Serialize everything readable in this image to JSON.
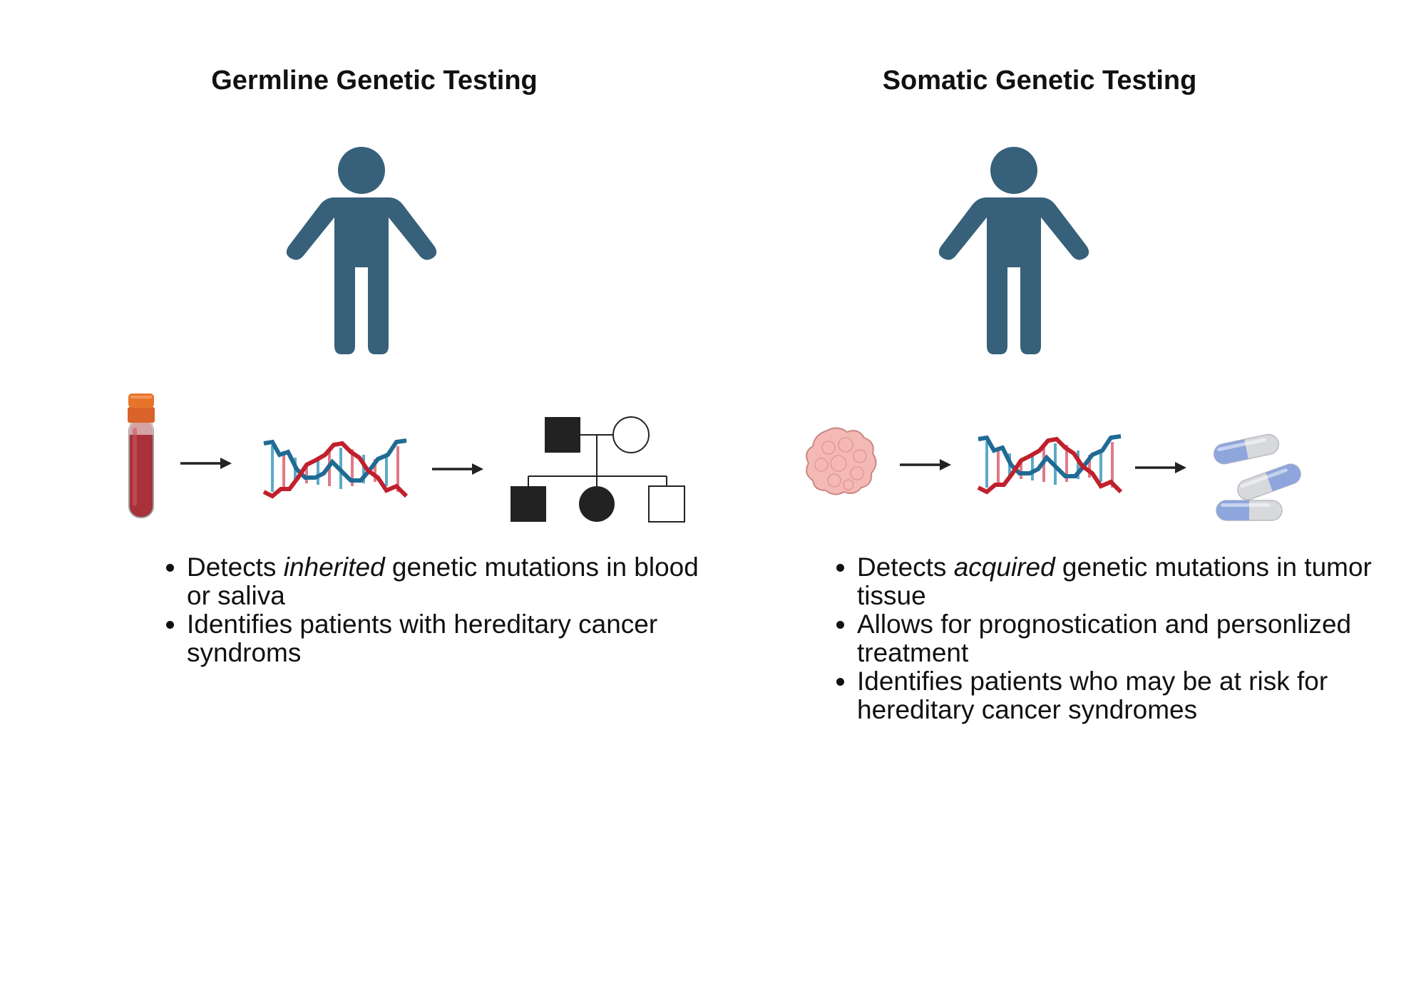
{
  "panels": {
    "germline": {
      "title": "Germline Genetic Testing",
      "bullets": [
        {
          "pre": "Detects ",
          "em": "inherited",
          "post": " genetic mutations in blood or saliva"
        },
        {
          "pre": "Identifies patients with hereditary cancer syndroms",
          "em": "",
          "post": ""
        }
      ],
      "icons": [
        "person-icon",
        "blood-tube-icon",
        "arrow-right-icon",
        "dna-helix-icon",
        "pedigree-chart-icon"
      ]
    },
    "somatic": {
      "title": "Somatic Genetic Testing",
      "bullets": [
        {
          "pre": "Detects ",
          "em": "acquired",
          "post": " genetic mutations in tumor tissue"
        },
        {
          "pre": "Allows for prognostication and personlized treatment",
          "em": "",
          "post": ""
        },
        {
          "pre": "Identifies patients who may be at risk for hereditary cancer syndromes",
          "em": "",
          "post": ""
        }
      ],
      "icons": [
        "person-icon",
        "tumor-tissue-icon",
        "arrow-right-icon",
        "dna-helix-icon",
        "capsules-icon"
      ]
    }
  },
  "colors": {
    "person": "#37607a",
    "blood": "#a8313a",
    "tube_cap": "#e8742a",
    "dna_blue": "#1f6b94",
    "dna_red": "#c0202c",
    "dna_rung_blue": "#5da9c9",
    "dna_rung_red": "#e07a88",
    "tissue": "#f4b9b4",
    "capsule_blue": "#8fa6dc",
    "capsule_gray": "#d7d9dc",
    "pedigree": "#222222"
  }
}
